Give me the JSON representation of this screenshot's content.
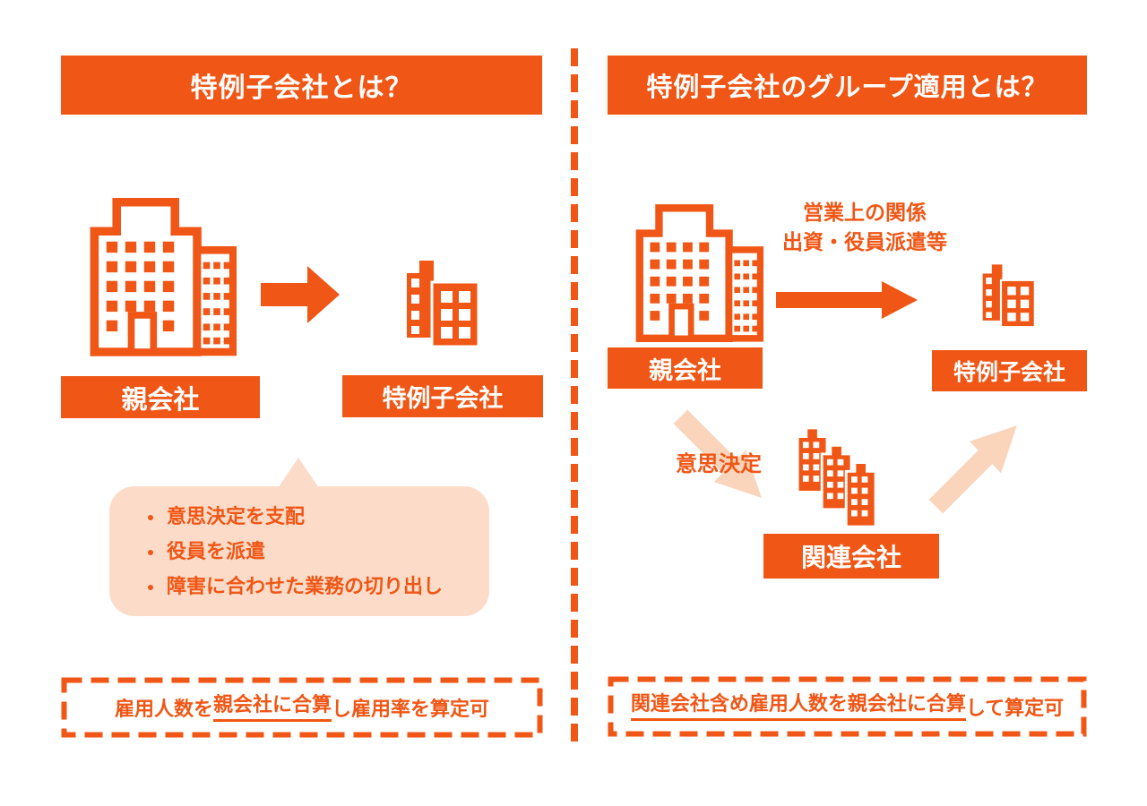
{
  "colors": {
    "primary_orange": "#F05615",
    "light_peach": "#FCDCC9",
    "peach_arrow": "#FAD5BC",
    "text_on_orange": "#FFFFFF"
  },
  "left_panel": {
    "header": "特例子会社とは？",
    "parent_label": "親会社",
    "subsidiary_label": "特例子会社",
    "bubble_items": [
      "意思決定を支配",
      "役員を派遣",
      "障害に合わせた業務の切り出し"
    ],
    "footer": {
      "pre": "雇用人数を",
      "underlined": "親会社に合算",
      "post": "し雇用率を算定可"
    }
  },
  "right_panel": {
    "header": "特例子会社のグループ適用とは？",
    "parent_label": "親会社",
    "subsidiary_label": "特例子会社",
    "related_label": "関連会社",
    "relation_caption": [
      "営業上の関係",
      "出資・役員派遣等"
    ],
    "decision_caption": "意思決定",
    "footer": {
      "underlined": "関連会社含め雇用人数を親会社に合算",
      "post": "して算定可"
    }
  }
}
